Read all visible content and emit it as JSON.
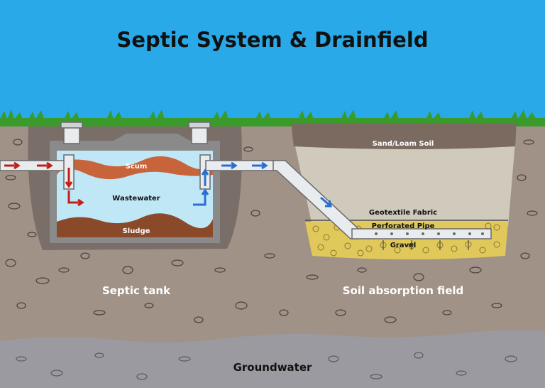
{
  "title": "Septic System & Drainfield",
  "labels": {
    "sand_loam_soil": "Sand/Loam Soil",
    "scum": "Scum",
    "wastewater": "Wastewater",
    "sludge": "Sludge",
    "geotextile_fabric": "Geotextile Fabric",
    "perforated_pipe": "Perforated Pipe",
    "gravel": "Gravel",
    "septic_tank": "Septic tank",
    "soil_absorption_field": "Soil absorption field",
    "groundwater": "Groundwater"
  },
  "colors": {
    "sky": "#29a9e8",
    "grass": "#3a9a2a",
    "soil": "#a19287",
    "deep_soil": "#9a8f88",
    "groundwater": "#9a9aa0",
    "tank_frame": "#8a8a8a",
    "wastewater": "#bfe7f6",
    "scum": "#c8643a",
    "sludge": "#8a4a2a",
    "sand_loam": "#cfcabc",
    "topsoil": "#7a6a60",
    "gravel": "#e0c95a",
    "pipe": "#e9ecee",
    "arrow_red": "#c0201a",
    "arrow_blue": "#2a6fd0"
  }
}
